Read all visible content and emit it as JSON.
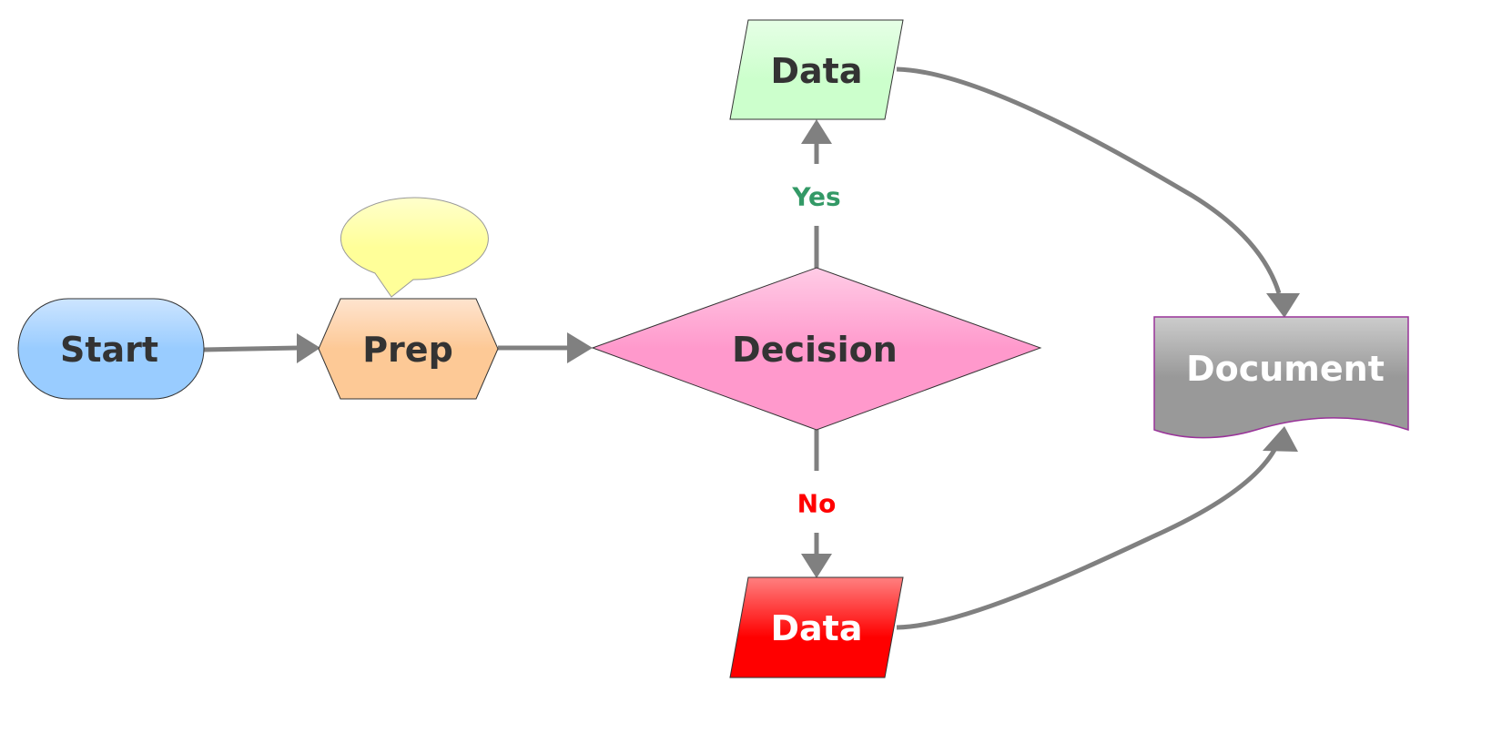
{
  "nodes": {
    "start": "Start",
    "prep": "Prep",
    "decision": "Decision",
    "data_yes": "Data",
    "data_no": "Data",
    "document": "Document"
  },
  "labels": {
    "yes": "Yes",
    "no": "No"
  },
  "colors": {
    "connector": "#808080",
    "yes_label": "#339966",
    "no_label": "#ff0000",
    "text_dark": "#333333",
    "text_light": "#ffffff"
  }
}
